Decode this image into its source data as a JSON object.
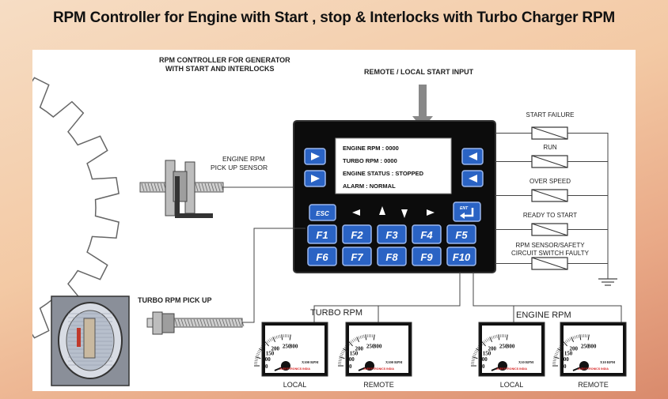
{
  "title": "RPM Controller for Engine with Start , stop & Interlocks with Turbo Charger RPM",
  "diagram": {
    "heading_line1": "RPM CONTROLLER FOR GENERATOR",
    "heading_line2": "WITH START AND INTERLOCKS",
    "remote_input": "REMOTE / LOCAL START INPUT",
    "engine_sensor_line1": "ENGINE RPM",
    "engine_sensor_line2": "PICK UP SENSOR",
    "turbo_pickup": "TURBO RPM PICK UP",
    "turbo_group": "TURBO RPM",
    "engine_group": "ENGINE RPM",
    "gauge_labels": [
      "LOCAL",
      "REMOTE",
      "LOCAL",
      "REMOTE"
    ]
  },
  "lcd": {
    "line1": "ENGINE RPM : 0000",
    "line2": "TURBO RPM : 0000",
    "line3": "ENGINE STATUS : STOPPED",
    "line4": "ALARM : NORMAL"
  },
  "keys": {
    "esc": "ESC",
    "ent": "ENT",
    "fkeys": [
      "F1",
      "F2",
      "F3",
      "F4",
      "F5",
      "F6",
      "F7",
      "F8",
      "F9",
      "F10"
    ]
  },
  "relays": [
    "START FAILURE",
    "RUN",
    "OVER SPEED",
    "READY TO START",
    "RPM SENSOR/SAFETY",
    "CIRCUIT SWITCH FAULTY"
  ],
  "gauges": [
    {
      "ticks": [
        "50",
        "100",
        "150",
        "200",
        "250",
        "300"
      ],
      "scale": "X100 RPM",
      "brand": "AVEEPTRONICS INDIA"
    },
    {
      "ticks": [
        "50",
        "100",
        "150",
        "200",
        "250",
        "300"
      ],
      "scale": "X100 RPM",
      "brand": "AVEEPTRONICS INDIA"
    },
    {
      "ticks": [
        "50",
        "100",
        "150",
        "200",
        "250",
        "300"
      ],
      "scale": "X10 RPM",
      "brand": "AVEEPTRONICS INDIA"
    },
    {
      "ticks": [
        "50",
        "100",
        "150",
        "200",
        "250",
        "300"
      ],
      "scale": "X10 RPM",
      "brand": "AVEEPTRONICS INDIA"
    }
  ],
  "colors": {
    "panel_bg": "#000000",
    "key_blue": "#1f4fa8",
    "lcd_bg": "#ffffff"
  }
}
